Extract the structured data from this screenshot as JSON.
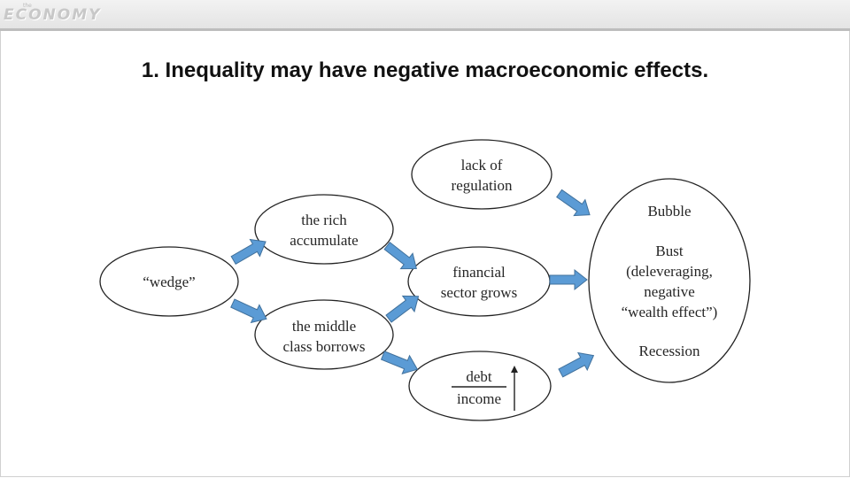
{
  "header": {
    "logo_small": "the",
    "logo": "ECONOMY"
  },
  "title": "1. Inequality may have negative macroeconomic effects.",
  "diagram": {
    "wedge": "“wedge”",
    "rich_1": "the rich",
    "rich_2": "accumulate",
    "middle_1": "the middle",
    "middle_2": "class borrows",
    "regulation_1": "lack of",
    "regulation_2": "regulation",
    "financial_1": "financial",
    "financial_2": "sector grows",
    "debt_num": "debt",
    "debt_den": "income",
    "outcome_1": "Bubble",
    "outcome_2": "Bust",
    "outcome_3": "(deleveraging,",
    "outcome_4": "negative",
    "outcome_5": "“wealth effect”)",
    "outcome_6": "Recession"
  },
  "colors": {
    "arrow_fill": "#5b9bd5",
    "arrow_stroke": "#41719c"
  }
}
